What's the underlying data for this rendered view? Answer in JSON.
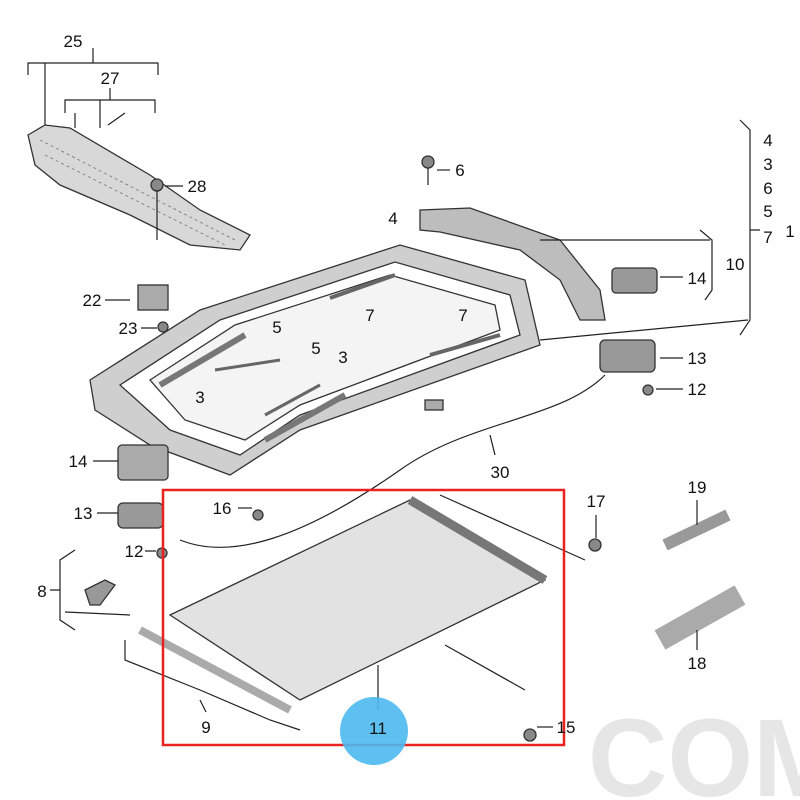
{
  "diagram": {
    "watermark": "COM",
    "highlight_color": "#e8231f",
    "callout_color": "#4cb9ef",
    "highlighted_part": "11",
    "labels": [
      "25",
      "27",
      "28",
      "6",
      "4",
      "4",
      "3",
      "6",
      "5",
      "7",
      "1",
      "10",
      "14",
      "22",
      "23",
      "5",
      "7",
      "7",
      "5",
      "3",
      "3",
      "13",
      "12",
      "14",
      "30",
      "16",
      "17",
      "19",
      "13",
      "12",
      "8",
      "11",
      "18",
      "9",
      "15"
    ]
  }
}
